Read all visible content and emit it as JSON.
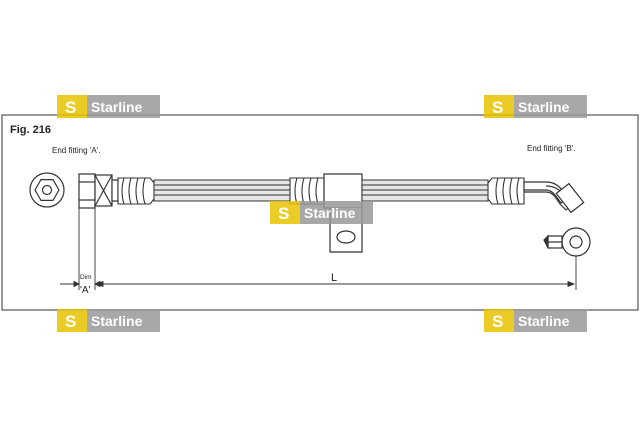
{
  "figure": {
    "label": "Fig. 216",
    "end_fitting_a_label": "End fitting 'A'.",
    "end_fitting_b_label": "End fitting 'B'.",
    "dim_label_top": "Dim",
    "dim_label_bottom": "'A'",
    "length_label": "L"
  },
  "watermark": {
    "brand_letter": "S",
    "brand_name": "Starline",
    "colors": {
      "badge": "#e8c200",
      "bar": "#9a9a9a"
    }
  },
  "colors": {
    "line": "#333333",
    "frame": "#555555",
    "hose_fill": "#e6e6e6"
  }
}
